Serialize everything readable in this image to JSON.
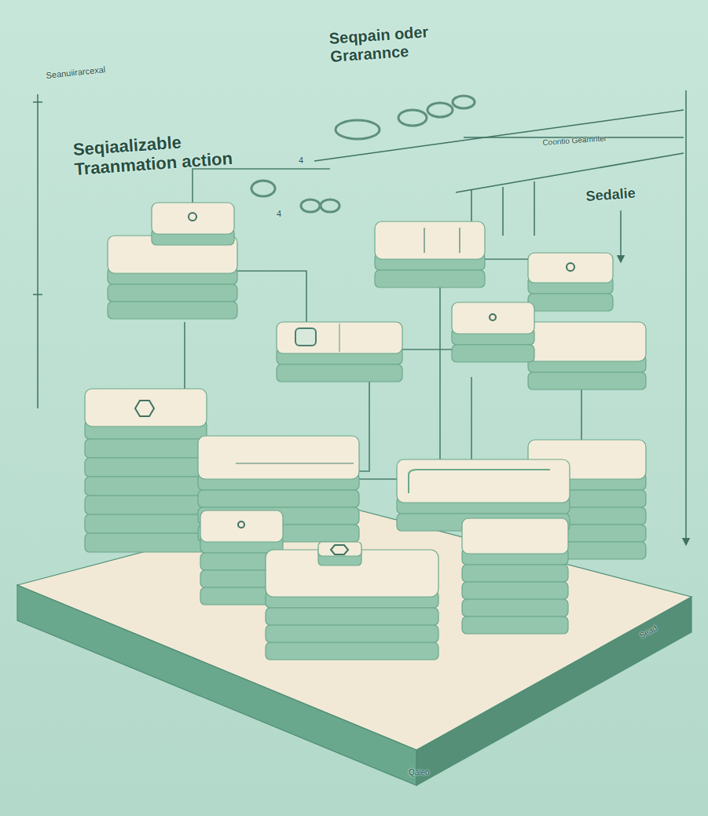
{
  "diagram": {
    "labels": [
      "Seanuiirarcexal",
      "Seqpain oder Grarannce",
      "Seqiaalizable Traanmation action",
      "4",
      "4",
      "Coontio Geamriter",
      "Sedalie",
      "Sead",
      "Qaieo"
    ]
  }
}
